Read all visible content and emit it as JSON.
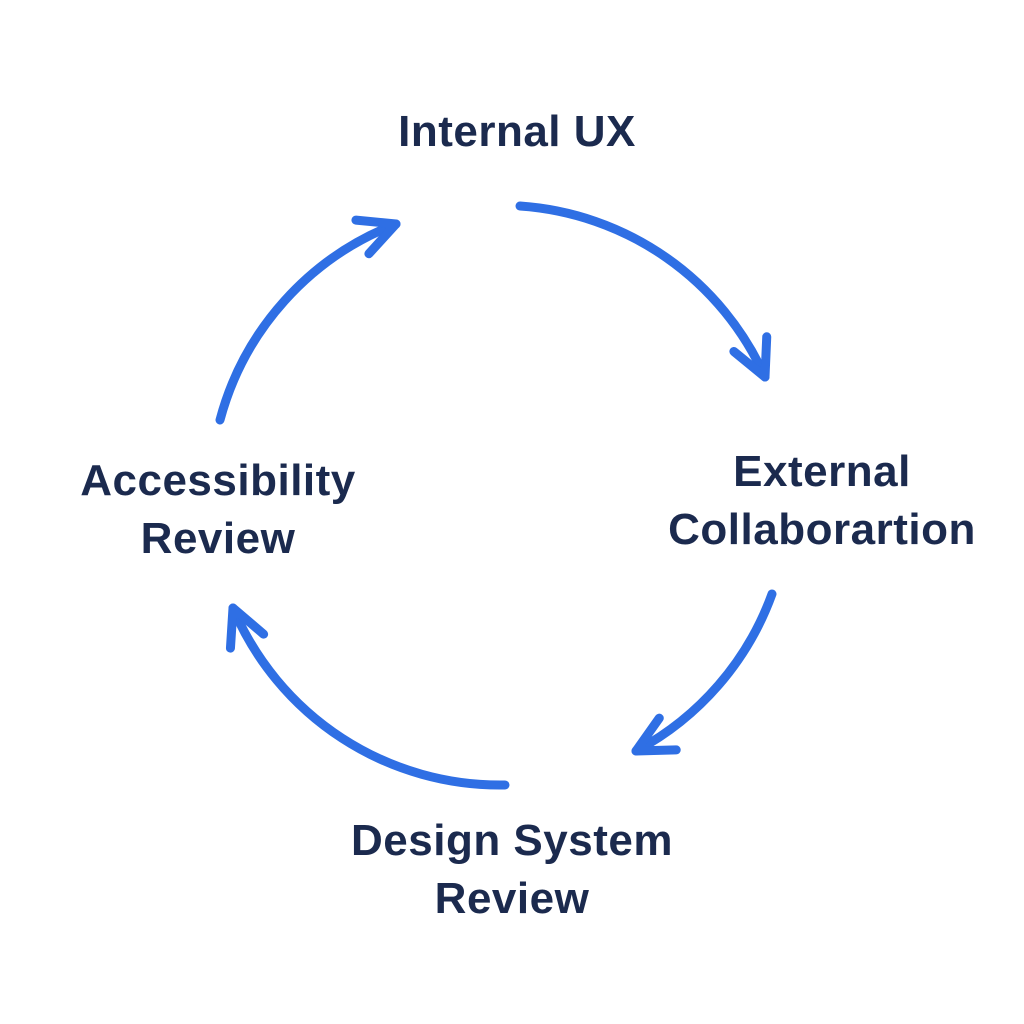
{
  "diagram": {
    "type": "cycle",
    "direction": "clockwise",
    "accent_color": "#2f6fe4",
    "text_color": "#1b2a4e",
    "background_color": "#ffffff",
    "nodes": [
      {
        "id": "internal-ux",
        "position": "top",
        "label": "Internal UX",
        "lines": [
          "Internal UX"
        ]
      },
      {
        "id": "external-collaborartion",
        "position": "right",
        "label": "External Collaborartion",
        "lines": [
          "External",
          "Collaborartion"
        ]
      },
      {
        "id": "design-system-review",
        "position": "bottom",
        "label": "Design System Review",
        "lines": [
          "Design System",
          "Review"
        ]
      },
      {
        "id": "accessibility-review",
        "position": "left",
        "label": "Accessibility Review",
        "lines": [
          "Accessibility",
          "Review"
        ]
      }
    ],
    "edges": [
      {
        "from": "internal-ux",
        "to": "external-collaborartion"
      },
      {
        "from": "external-collaborartion",
        "to": "design-system-review"
      },
      {
        "from": "design-system-review",
        "to": "accessibility-review"
      },
      {
        "from": "accessibility-review",
        "to": "internal-ux"
      }
    ]
  }
}
